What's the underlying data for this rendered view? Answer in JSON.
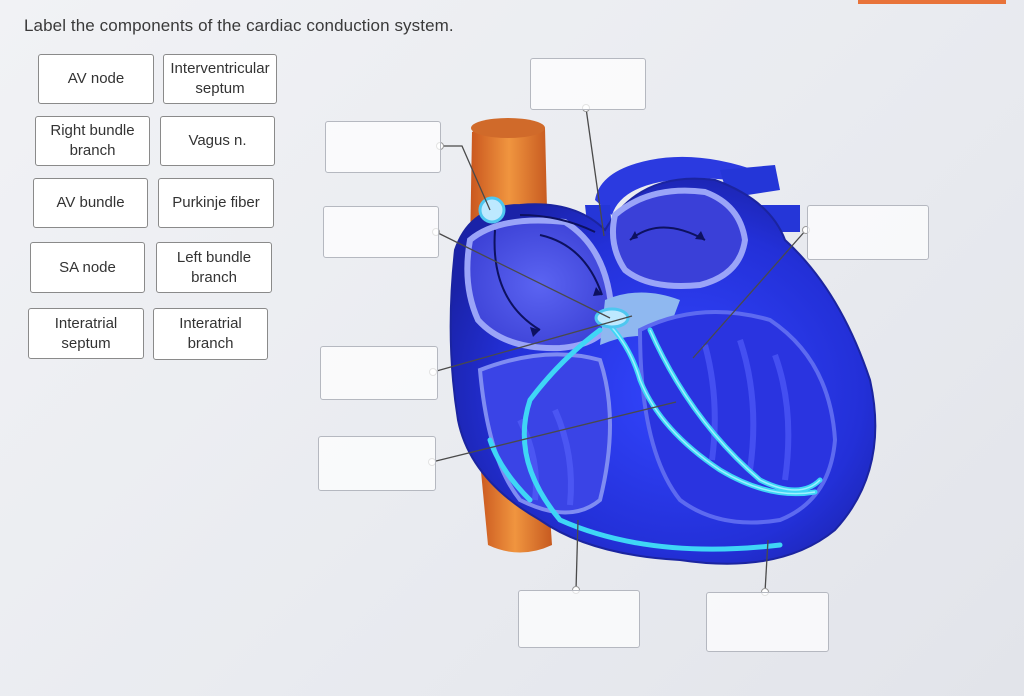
{
  "prompt": "Label the components of the cardiac conduction system.",
  "label_bank": [
    {
      "id": "av-node",
      "line1": "AV node",
      "line2": ""
    },
    {
      "id": "interventricular-septum",
      "line1": "Interventricular",
      "line2": "septum"
    },
    {
      "id": "right-bundle-branch",
      "line1": "Right bundle",
      "line2": "branch"
    },
    {
      "id": "vagus-n",
      "line1": "Vagus n.",
      "line2": ""
    },
    {
      "id": "av-bundle",
      "line1": "AV bundle",
      "line2": ""
    },
    {
      "id": "purkinje-fiber",
      "line1": "Purkinje fiber",
      "line2": ""
    },
    {
      "id": "sa-node",
      "line1": "SA node",
      "line2": ""
    },
    {
      "id": "left-bundle-branch",
      "line1": "Left bundle",
      "line2": "branch"
    },
    {
      "id": "interatrial-septum",
      "line1": "Interatrial",
      "line2": "septum"
    },
    {
      "id": "interatrial-branch",
      "line1": "Interatrial",
      "line2": "branch"
    }
  ],
  "drop_targets": [
    "",
    "",
    "",
    "",
    "",
    "",
    "",
    ""
  ],
  "colors": {
    "accent": "#e8733a",
    "heart_blue": "#2f3fe8",
    "heart_light": "#8fa0f5",
    "conduction_cyan": "#3fd0f0",
    "aorta_orange": "#e8823a"
  }
}
